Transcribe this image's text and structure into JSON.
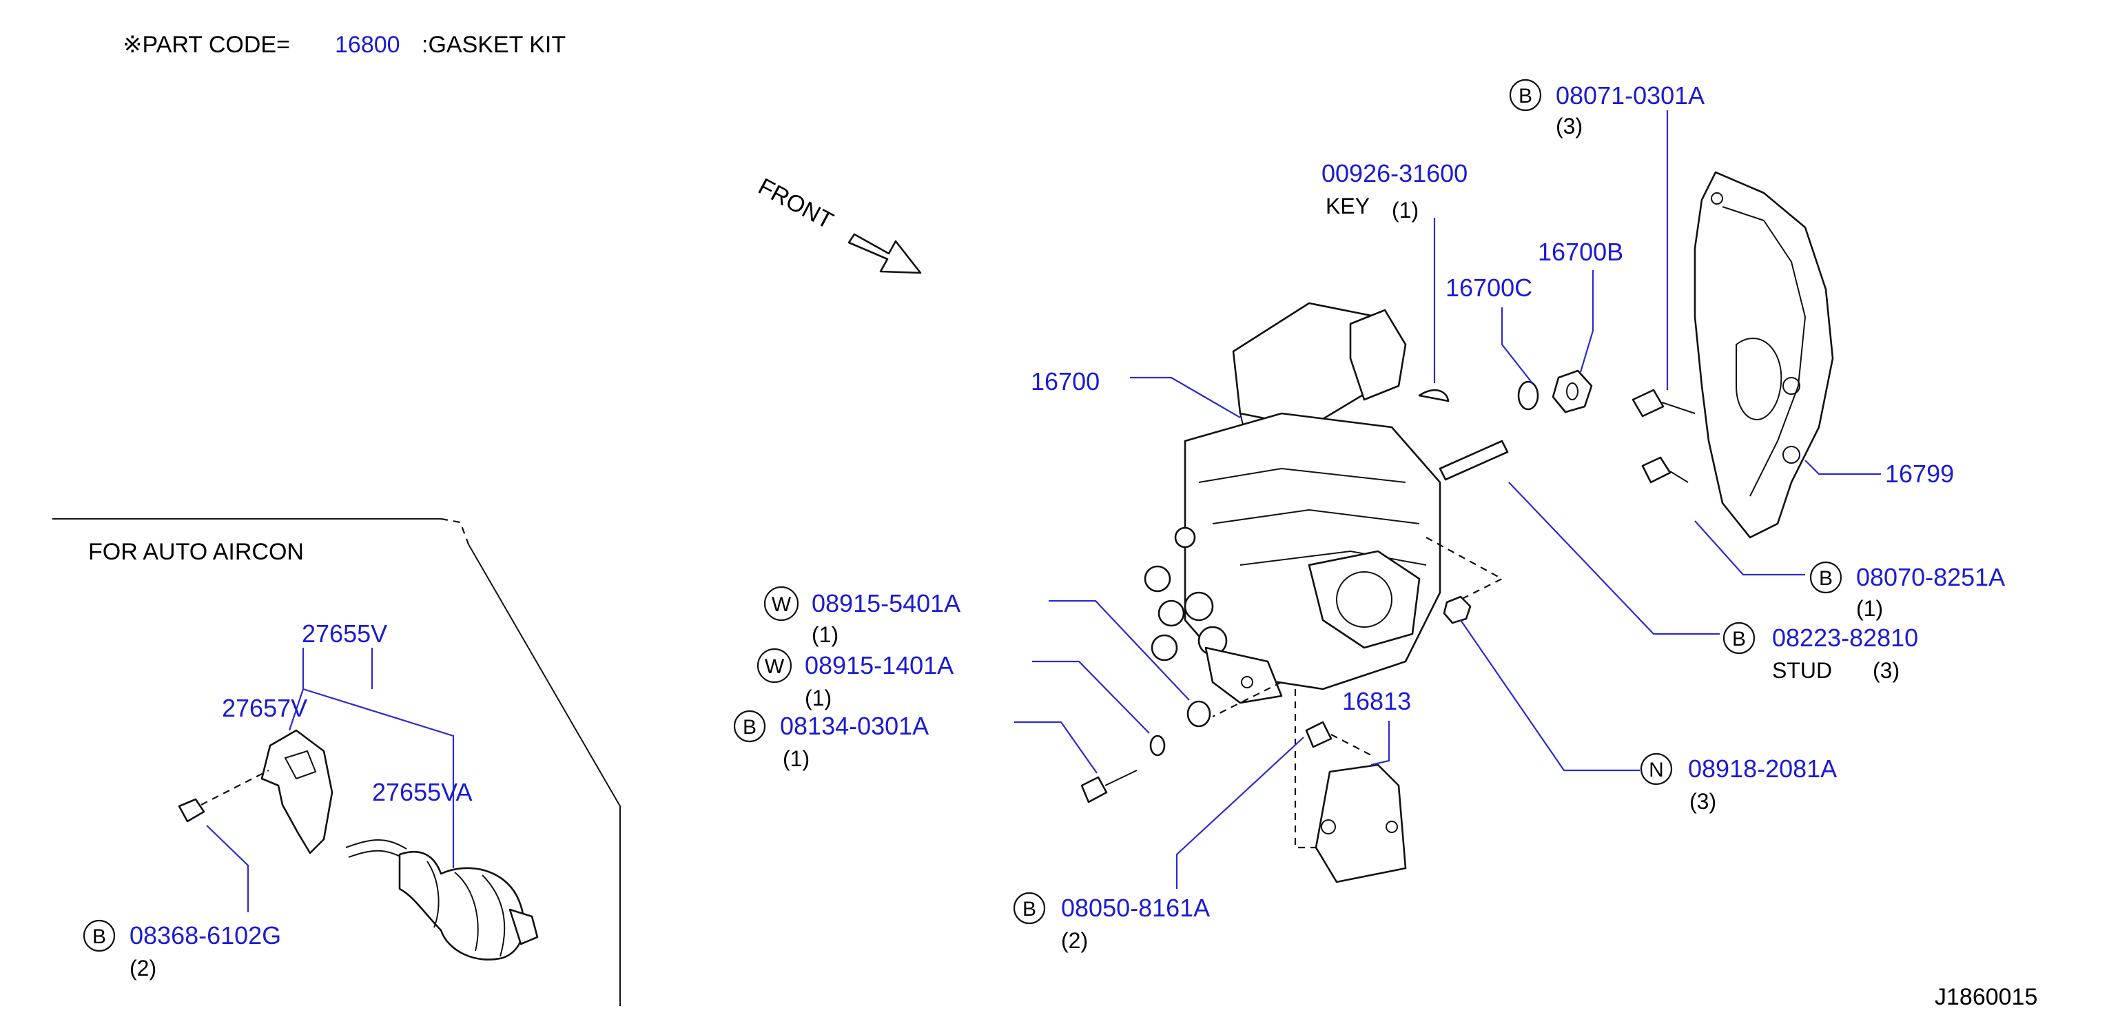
{
  "header": {
    "prefix": "※PART CODE=",
    "code": "16800",
    "suffix": ":GASKET KIT"
  },
  "front_label": "FRONT",
  "inset_title": "FOR AUTO AIRCON",
  "diagram_id": "J1860015",
  "colors": {
    "part_number": "#1a1ad6",
    "leader": "#2a2ad0",
    "ink": "#111111"
  },
  "callouts": {
    "b_08071": {
      "prefix": "B",
      "part": "08071-0301A",
      "qty": "(3)"
    },
    "key_00926": {
      "part": "00926-31600",
      "name": "KEY",
      "qty": "(1)"
    },
    "p_16700B": {
      "part": "16700B"
    },
    "p_16700C": {
      "part": "16700C"
    },
    "p_16700": {
      "part": "16700"
    },
    "p_16799": {
      "part": "16799"
    },
    "b_08070": {
      "prefix": "B",
      "part": "08070-8251A",
      "qty": "(1)"
    },
    "b_08223": {
      "prefix": "B",
      "part": "08223-82810",
      "name": "STUD",
      "qty": "(3)"
    },
    "w_08915_5401": {
      "prefix": "W",
      "part": "08915-5401A",
      "qty": "(1)"
    },
    "w_08915_1401": {
      "prefix": "W",
      "part": "08915-1401A",
      "qty": "(1)"
    },
    "b_08134": {
      "prefix": "B",
      "part": "08134-0301A",
      "qty": "(1)"
    },
    "p_16813": {
      "part": "16813"
    },
    "n_08918": {
      "prefix": "N",
      "part": "08918-2081A",
      "qty": "(3)"
    },
    "b_08050": {
      "prefix": "B",
      "part": "08050-8161A",
      "qty": "(2)"
    },
    "p_27655V": {
      "part": "27655V"
    },
    "p_27657V": {
      "part": "27657V"
    },
    "p_27655VA": {
      "part": "27655VA"
    },
    "b_08368": {
      "prefix": "B",
      "part": "08368-6102G",
      "qty": "(2)"
    }
  }
}
